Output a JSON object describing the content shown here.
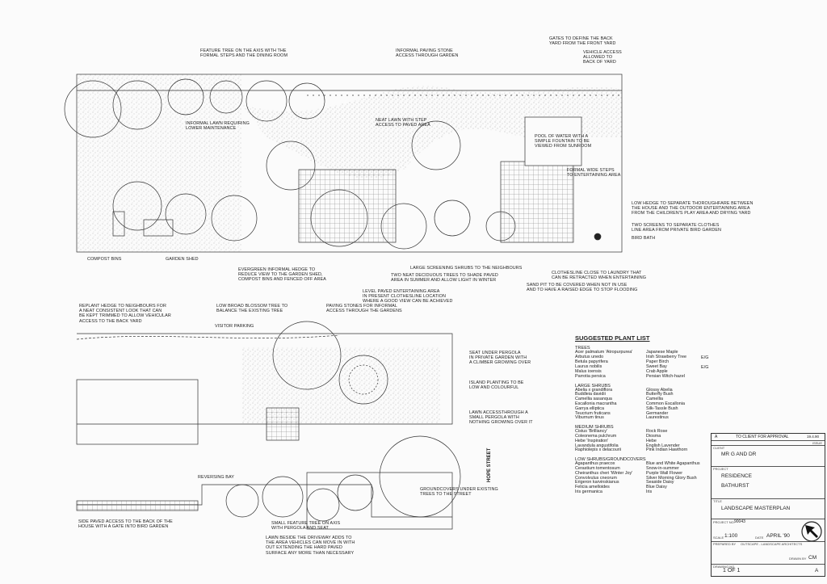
{
  "notes": {
    "feature_tree": "Feature tree on the axis with the\nformal steps and the dining room",
    "informal_paving": "Informal paving stone\naccess through garden",
    "gates": "Gates to define the back\nyard from the front yard",
    "vehicle_access": "Vehicle access\nallowed to\nback of yard",
    "informal_lawn": "Informal lawn requiring\nlower maintenance",
    "neat_lawn": "Neat lawn with step\naccess to paved area",
    "pool": "Pool of water with a\nsimple fountain to be\nviewed from sunroom",
    "formal_steps": "Formal wide steps\nto entertaining area",
    "low_hedge": "Low hedge to separate thoroughfare between\nthe house and the outdoor entertaining area\nfrom the children's play area and drying yard",
    "two_screens": "Two screens to separate clothes\nline area from private bird garden",
    "bird_bath": "Bird bath",
    "compost_bins": "Compost bins",
    "garden_shed": "Garden shed",
    "evergreen_hedge": "Evergreen informal hedge to\nreduce view to the garden shed,\ncompost bins and fenced off area",
    "large_screening": "Large screening shrubs to the neighbours",
    "two_deciduous": "Two neat deciduous trees to shade paved\narea in summer and allow light in winter",
    "clothesline": "Clothesline close to laundry that\ncan be retracted when entertaining",
    "sand_pit": "Sand pit to be covered when not in use\nand to have a raised edge to stop flooding",
    "level_paved": "Level paved entertaining area\nin present clothesline location\nwhere a good view can be achieved",
    "replant_hedge": "Replant hedge to neighbours for\na neat consistent look that can\nbe kept trimmed to allow vehicular\naccess to the back yard",
    "low_broad_blossom": "Low broad blossom tree to\nbalance the existing tree",
    "paving_stones": "Paving stones for informal\naccess through the gardens",
    "visitor_parking": "Visitor parking",
    "seat_pergola": "Seat under pergola\nin private garden with\na climber growing over",
    "island_planting": "Island planting to be\nlow and colourful",
    "lawn_access": "Lawn accessthrough a\nsmall pergola with\nnothing growing over it",
    "hope_street": "HOPE STREET",
    "reversing_bay": "Reversing bay",
    "groundcovers": "Groundcovers under existing\ntrees to the street",
    "side_paved": "Side paved access to the back of the\nhouse with a gate into bird garden",
    "small_feature_tree": "Small feature tree on axis\nwith pergola and seat",
    "lawn_driveway": "Lawn beside the driveway adds to\nthe area vehicles can move in with\nout extending the hard paved\nsurface any more than necessary"
  },
  "plant_list": {
    "title": "SUGGESTED PLANT LIST",
    "sections": [
      {
        "heading": "TREES",
        "items": [
          {
            "latin": "Acer palmatum 'Atropurpurea'",
            "common": "Japanese Maple",
            "note": ""
          },
          {
            "latin": "Arbutus unedo",
            "common": "Irish Strawberry Tree",
            "note": "E/G"
          },
          {
            "latin": "Betula papyrifera",
            "common": "Paper Birch",
            "note": ""
          },
          {
            "latin": "Laurus nobilis",
            "common": "Sweet Bay",
            "note": "E/G"
          },
          {
            "latin": "Malus ioensis",
            "common": "Crab Apple",
            "note": ""
          },
          {
            "latin": "Parrotia persica",
            "common": "Persian Witch-hazel",
            "note": ""
          }
        ]
      },
      {
        "heading": "LARGE SHRUBS",
        "items": [
          {
            "latin": "Abelia x grandiflora",
            "common": "Glossy Abelia",
            "note": ""
          },
          {
            "latin": "Buddleia davidii",
            "common": "Butterfly Bush",
            "note": ""
          },
          {
            "latin": "Camellia sasanqua",
            "common": "Camellia",
            "note": ""
          },
          {
            "latin": "Escallonia macrantha",
            "common": "Common Escallonia",
            "note": ""
          },
          {
            "latin": "Garrya elliptica",
            "common": "Silk-Tassle Bush",
            "note": ""
          },
          {
            "latin": "Teucrium fruticans",
            "common": "Germander",
            "note": ""
          },
          {
            "latin": "Viburnum tinus",
            "common": "Laurestinus",
            "note": ""
          }
        ]
      },
      {
        "heading": "MEDIUM SHRUBS",
        "items": [
          {
            "latin": "Cistus 'Brilliancy'",
            "common": "Rock Rose",
            "note": ""
          },
          {
            "latin": "Coleonema pulchrum",
            "common": "Diosma",
            "note": ""
          },
          {
            "latin": "Hebe 'Inspiration'",
            "common": "Hebe",
            "note": ""
          },
          {
            "latin": "Lavandula angustifolia",
            "common": "English Lavender",
            "note": ""
          },
          {
            "latin": "Raphiolepis x delacourii",
            "common": "Pink Indian Hawthorn",
            "note": ""
          }
        ]
      },
      {
        "heading": "LOW SHRUBS/GROUNDCOVERS",
        "items": [
          {
            "latin": "Agapanthus praecox",
            "common": "Blue and White Agapanthus",
            "note": ""
          },
          {
            "latin": "Cerastium tomentosum",
            "common": "Snow-in-summer",
            "note": ""
          },
          {
            "latin": "Cheiranthus cheri 'Winter Joy'",
            "common": "Purple Wall Flower",
            "note": ""
          },
          {
            "latin": "Convolvulus cneorum",
            "common": "Silver Morning Glory Bush",
            "note": ""
          },
          {
            "latin": "Erigeron karvinskianus",
            "common": "Seaside Daisy",
            "note": ""
          },
          {
            "latin": "Felicia amelloides",
            "common": "Blue Daisy",
            "note": ""
          },
          {
            "latin": "Iris germanica",
            "common": "Iris",
            "note": ""
          }
        ]
      }
    ]
  },
  "title_block": {
    "issue_code": "A",
    "issue_desc": "TO CLIENT FOR APPROVAL",
    "issue_date": "19.4.90",
    "issue_label": "ISSUE",
    "client_label": "CLIENT",
    "client": "MR G AND DR",
    "project_label": "PROJECT",
    "project_line1": "RESIDENCE",
    "project_line2": "BATHURST",
    "title_label": "TITLE",
    "title": "LANDSCAPE MASTERPLAN",
    "project_no_label": "PROJECT NO.",
    "project_no": "90043",
    "scale_label": "SCALE",
    "scale": "1:100",
    "date_label": "DATE",
    "date": "APRIL '90",
    "prepared_by_label": "PREPARED BY",
    "prepared_by": "OUTSCAPE - LANDSCAPE ARCHITECTS",
    "drawn_label": "DRAWN BY",
    "drawn": "CM",
    "drawing_no_label": "DRAWING NO.",
    "drawing_no": "1 OF 1",
    "issue_final": "A"
  }
}
